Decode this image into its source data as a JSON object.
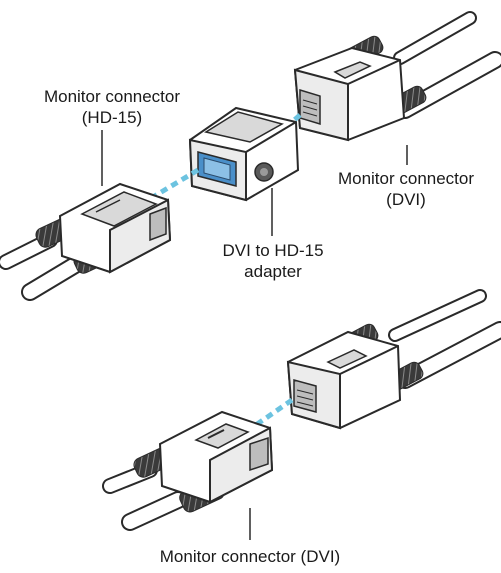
{
  "labels": {
    "hd15_connector": {
      "line1": "Monitor connector",
      "line2": "(HD-15)"
    },
    "dvi_connector_top": {
      "line1": "Monitor connector",
      "line2": "(DVI)"
    },
    "adapter": {
      "line1": "DVI to HD-15",
      "line2": "adapter"
    },
    "dvi_connector_bottom": {
      "line1": "Monitor connector (DVI)"
    }
  },
  "colors": {
    "line_art": "#2a2a2a",
    "connection_guide": "#6cc3e0",
    "adapter_port": "#4a8fc9",
    "body_fill": "#ffffff",
    "shade_fill": "#d9d9d9"
  }
}
